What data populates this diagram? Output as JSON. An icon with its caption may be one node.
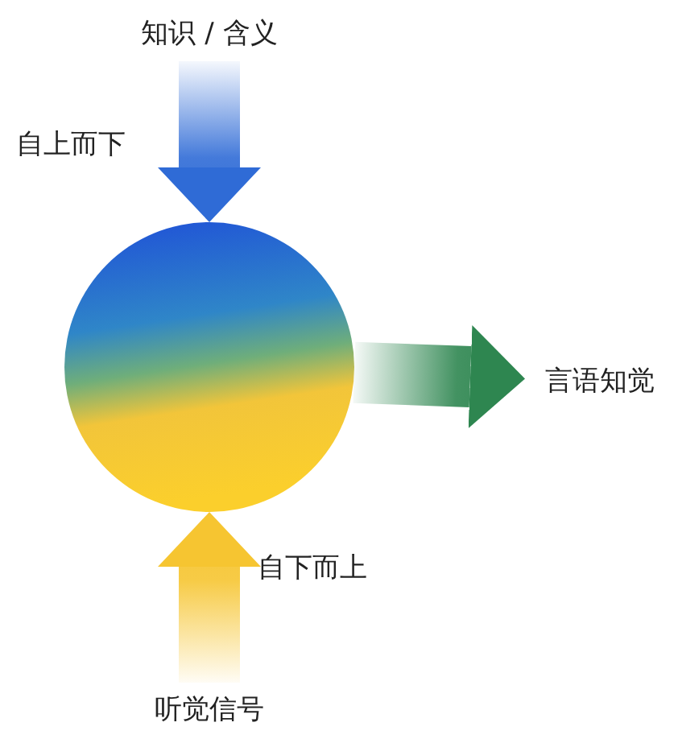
{
  "diagram": {
    "nodes": [
      {
        "text": [
          "知识 / 含义"
        ]
      },
      {
        "text": [],
        "shape": "circle"
      },
      {
        "text": [
          "言语知觉"
        ]
      },
      {
        "text": [
          "听觉信号"
        ]
      }
    ],
    "edges": [
      {
        "from": 0,
        "to": 1,
        "arrow": "to",
        "label": "自上而下",
        "color": "#2f6bd6"
      },
      {
        "from": 1,
        "to": 2,
        "arrow": "to",
        "color": "#2e8650"
      },
      {
        "from": 3,
        "to": 1,
        "arrow": "to",
        "label": "自下而上",
        "color": "#f6c531"
      }
    ]
  }
}
